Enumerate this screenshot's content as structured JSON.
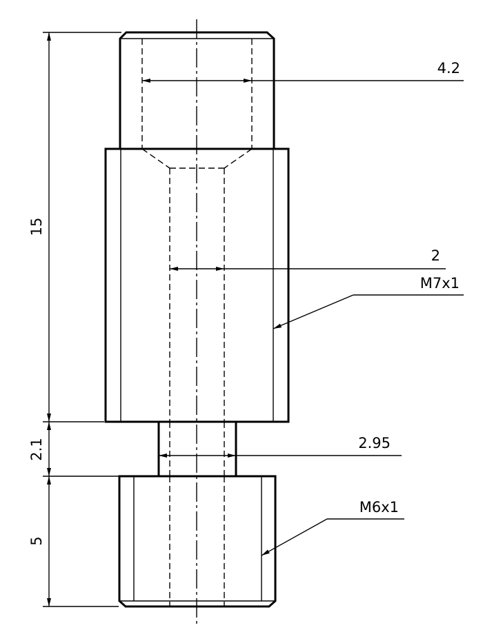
{
  "dimensions": {
    "top_bore_diameter": "4.2",
    "main_bore_diameter": "2",
    "upper_thread": "M7x1",
    "overall_length": "15",
    "neck_diameter": "2.95",
    "neck_length": "2.1",
    "lower_thread": "M6x1",
    "lower_length": "5"
  }
}
